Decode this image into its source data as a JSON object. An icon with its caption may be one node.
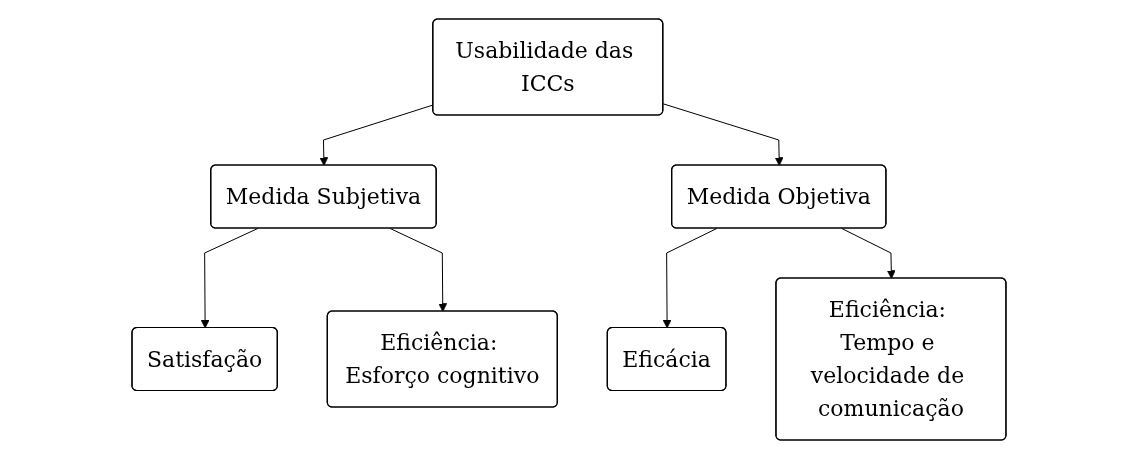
{
  "diagram": {
    "nodes": [
      {
        "text": [
          "Usabilidade das ICCs"
        ]
      },
      {
        "text": [
          "Medida Subjetiva"
        ]
      },
      {
        "text": [
          "Medida Objetiva"
        ]
      },
      {
        "text": [
          "Satisfação"
        ]
      },
      {
        "text": [
          "Eficiência: Esforço cognitivo"
        ]
      },
      {
        "text": [
          "Eficácia"
        ]
      },
      {
        "text": [
          "Eficiência: Tempo e velocidade de comunicação"
        ]
      }
    ],
    "edges": [
      {
        "from": 0,
        "to": 1,
        "arrow": "to"
      },
      {
        "from": 0,
        "to": 2,
        "arrow": "to"
      },
      {
        "from": 1,
        "to": 3,
        "arrow": "to"
      },
      {
        "from": 1,
        "to": 4,
        "arrow": "to"
      },
      {
        "from": 2,
        "to": 5,
        "arrow": "to"
      },
      {
        "from": 2,
        "to": 6,
        "arrow": "to"
      }
    ]
  }
}
